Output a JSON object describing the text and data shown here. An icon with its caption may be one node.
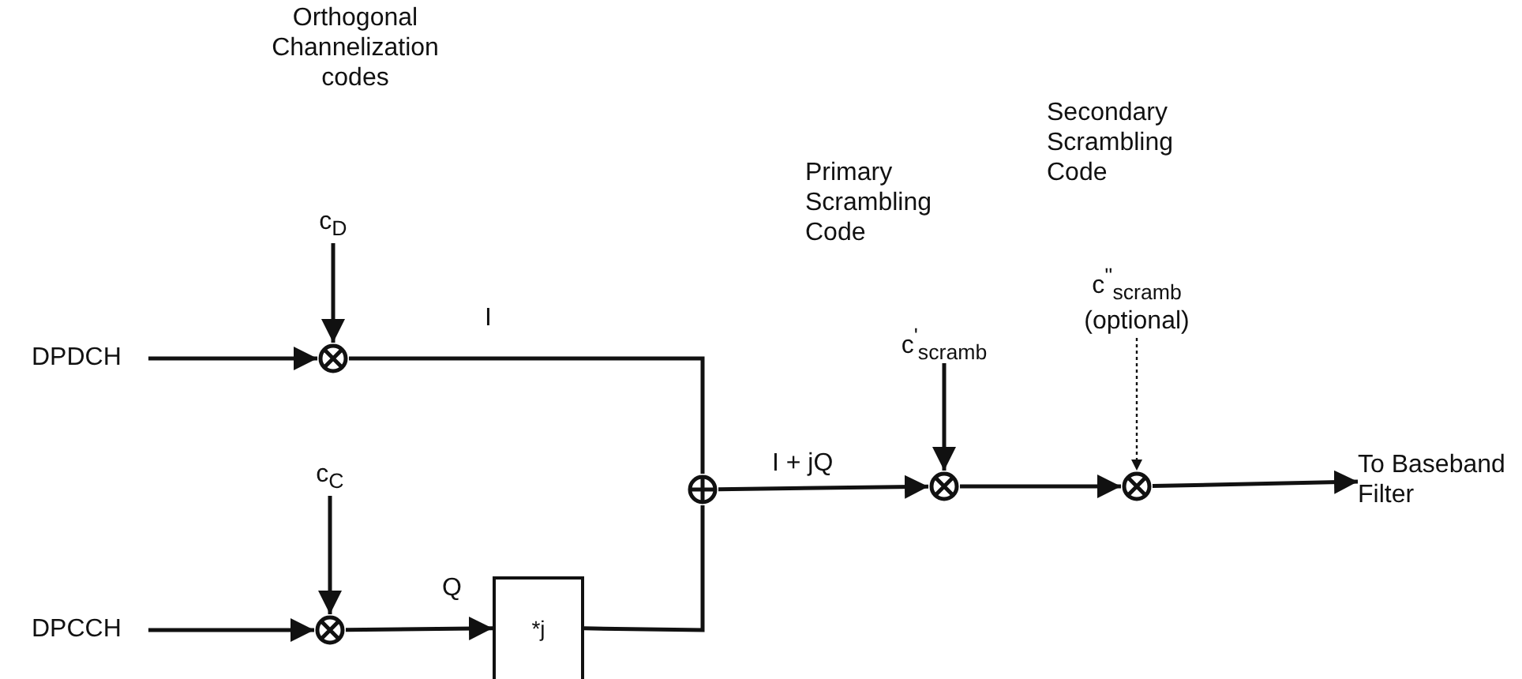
{
  "diagram": {
    "nodes": [
      {
        "text": [
          "DPDCH"
        ]
      },
      {
        "text": [
          "c$_{D}$"
        ]
      },
      {
        "text": [],
        "shape": "circle"
      },
      {
        "text": [
          "DPCCH"
        ]
      },
      {
        "text": [
          "c$_{C}$"
        ]
      },
      {
        "text": [],
        "shape": "circle"
      },
      {
        "text": [
          "*j"
        ]
      },
      {
        "text": [],
        "shape": "circle"
      },
      {
        "text": [
          "c$^{'}$$_{scramb}$"
        ]
      },
      {
        "text": [],
        "shape": "circle"
      },
      {
        "text": [
          "c$^{''}$$_{scramb}$",
          "(optional)"
        ]
      },
      {
        "text": [],
        "shape": "circle"
      },
      {
        "text": [
          "To Baseband Filter"
        ]
      }
    ],
    "edges": [
      {
        "from": 0,
        "to": 2,
        "arrow": "to"
      },
      {
        "from": 1,
        "to": 2,
        "arrow": "to"
      },
      {
        "from": 2,
        "to": 7,
        "arrow": "none",
        "label": "I"
      },
      {
        "from": 3,
        "to": 5,
        "arrow": "to"
      },
      {
        "from": 4,
        "to": 5,
        "arrow": "to"
      },
      {
        "from": 5,
        "to": 6,
        "arrow": "to",
        "label": "Q"
      },
      {
        "from": 6,
        "to": 7,
        "arrow": "none"
      },
      {
        "from": 7,
        "to": 9,
        "arrow": "to",
        "label": "I + jQ"
      },
      {
        "from": 8,
        "to": 9,
        "arrow": "to"
      },
      {
        "from": 9,
        "to": 11,
        "arrow": "to"
      },
      {
        "from": 10,
        "to": 11,
        "arrow": "to",
        "style": "dashed"
      },
      {
        "from": 11,
        "to": 12,
        "arrow": "to"
      }
    ],
    "labels": [
      "Orthogonal Channelization codes",
      "Primary Scrambling Code",
      "Secondary Scrambling Code"
    ]
  }
}
